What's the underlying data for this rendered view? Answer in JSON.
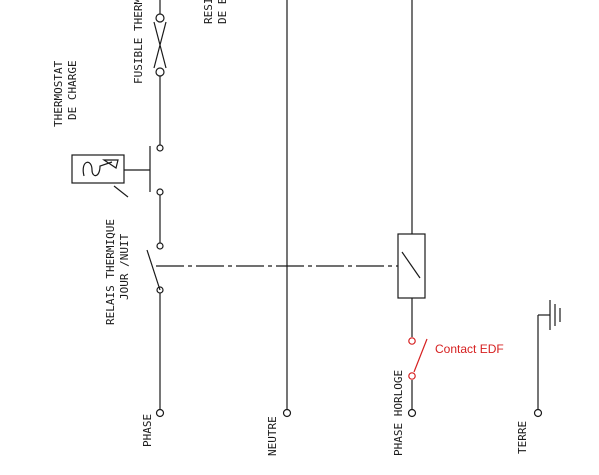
{
  "labels": {
    "phase": "PHASE",
    "neutre": "NEUTRE",
    "phase_horloge": "PHASE HORLOGE",
    "terre": "TERRE",
    "relais_line1": "RELAIS THERMIQUE",
    "relais_line2": "JOUR /NUIT",
    "thermostat_line1": "THERMOSTAT",
    "thermostat_line2": "DE CHARGE",
    "fusible": "FUSIBLE THERMIQUE",
    "resistance_line1": "RESIS",
    "resistance_line2": "DE B"
  },
  "annotation": {
    "text": "Contact EDF",
    "color": "#d62020"
  },
  "colors": {
    "line": "#1a1a1a",
    "annotation": "#d62020"
  }
}
